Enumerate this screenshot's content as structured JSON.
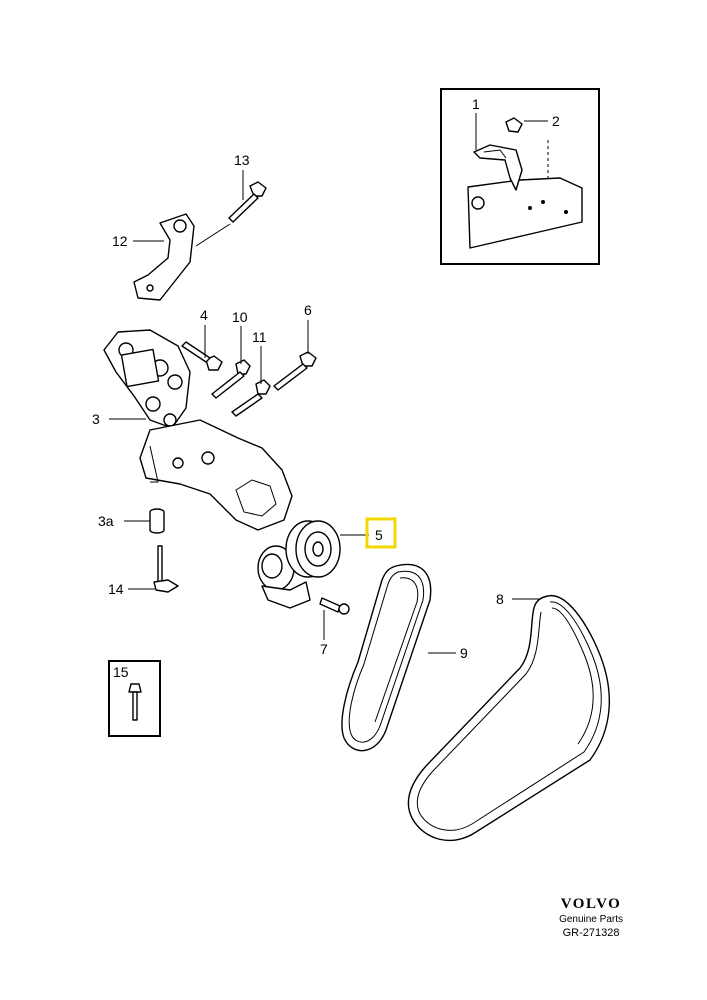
{
  "callouts": {
    "c1": "1",
    "c2": "2",
    "c3": "3",
    "c3a": "3a",
    "c4": "4",
    "c5": "5",
    "c6": "6",
    "c7": "7",
    "c8": "8",
    "c9": "9",
    "c10": "10",
    "c11": "11",
    "c12": "12",
    "c13": "13",
    "c14": "14",
    "c15": "15"
  },
  "highlight": {
    "callout": "5",
    "color": "#f2d800"
  },
  "brand": {
    "logo": "VOLVO",
    "subtitle": "Genuine Parts",
    "code": "GR-271328"
  }
}
